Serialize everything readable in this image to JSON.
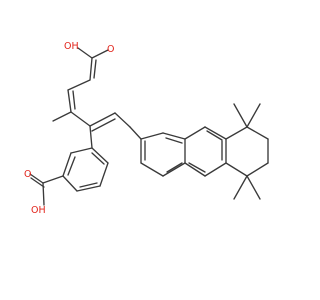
{
  "atoms": {
    "hydroxyl_top": "OH",
    "carbonyl_top": "O",
    "carbonyl_bottom": "O",
    "hydroxyl_bottom": "OH"
  },
  "colors": {
    "bond": "#3a3a3a",
    "heteroatom": "#e2231a",
    "background": "#ffffff"
  }
}
